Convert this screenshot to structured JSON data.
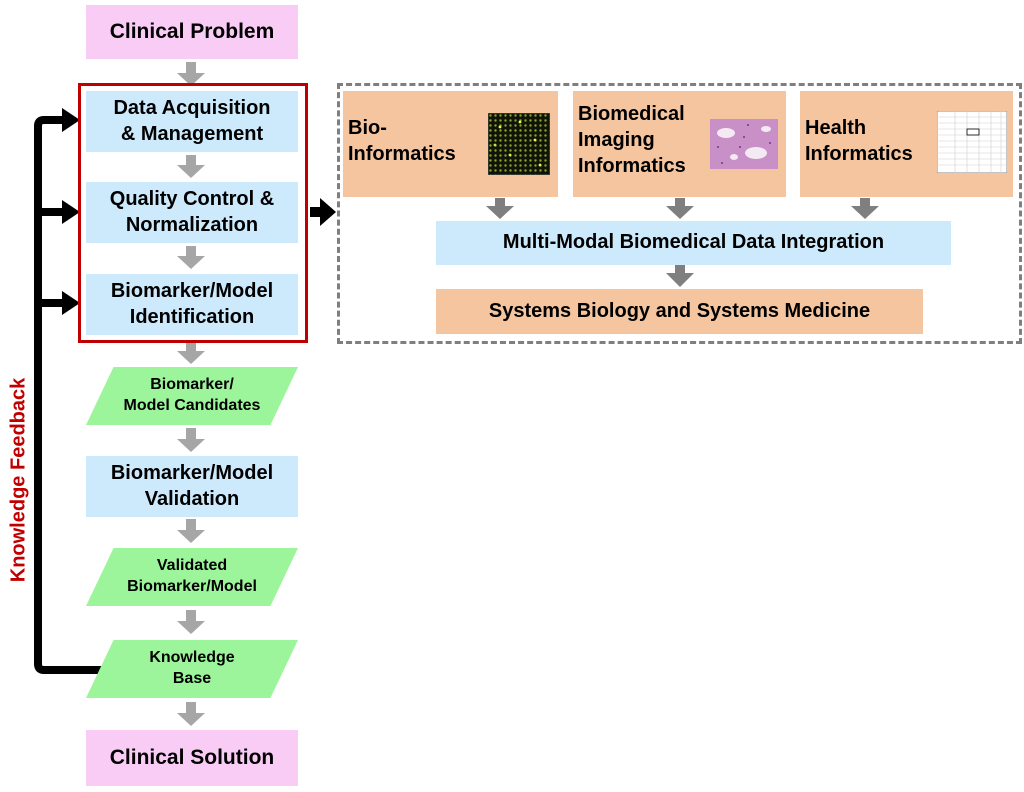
{
  "main_flow": {
    "clinical_problem": "Clinical Problem",
    "data_acquisition": [
      "Data Acquisition",
      "& Management"
    ],
    "quality_control": [
      "Quality Control &",
      "Normalization"
    ],
    "biomarker_identification": [
      "Biomarker/Model",
      "Identification"
    ],
    "biomarker_candidates": [
      "Biomarker/",
      "Model Candidates"
    ],
    "biomarker_validation": [
      "Biomarker/Model",
      "Validation"
    ],
    "validated_biomarker": [
      "Validated",
      "Biomarker/Model"
    ],
    "knowledge_base": [
      "Knowledge",
      "Base"
    ],
    "clinical_solution": "Clinical Solution"
  },
  "feedback": {
    "label": "Knowledge Feedback"
  },
  "informatics": {
    "bioinformatics": [
      "Bio-",
      "Informatics"
    ],
    "imaging": [
      "Biomedical",
      "Imaging",
      "Informatics"
    ],
    "health": [
      "Health",
      "Informatics"
    ],
    "integration": "Multi-Modal Biomedical Data Integration",
    "systems": "Systems Biology and Systems Medicine"
  },
  "colors": {
    "pink_box": "#f9ccf5",
    "blue_box": "#cdeafc",
    "green_box": "#9cf59a",
    "orange_box": "#f5c59f",
    "red_frame": "#c00000",
    "dashed_frame": "#7f7f7f",
    "gray_arrow": "#a6a6a6",
    "dark_arrow": "#7f7f7f"
  },
  "icons": {
    "bioinformatics": "microarray-image-icon",
    "imaging": "tissue-histology-image-icon",
    "health": "health-record-table-icon"
  }
}
